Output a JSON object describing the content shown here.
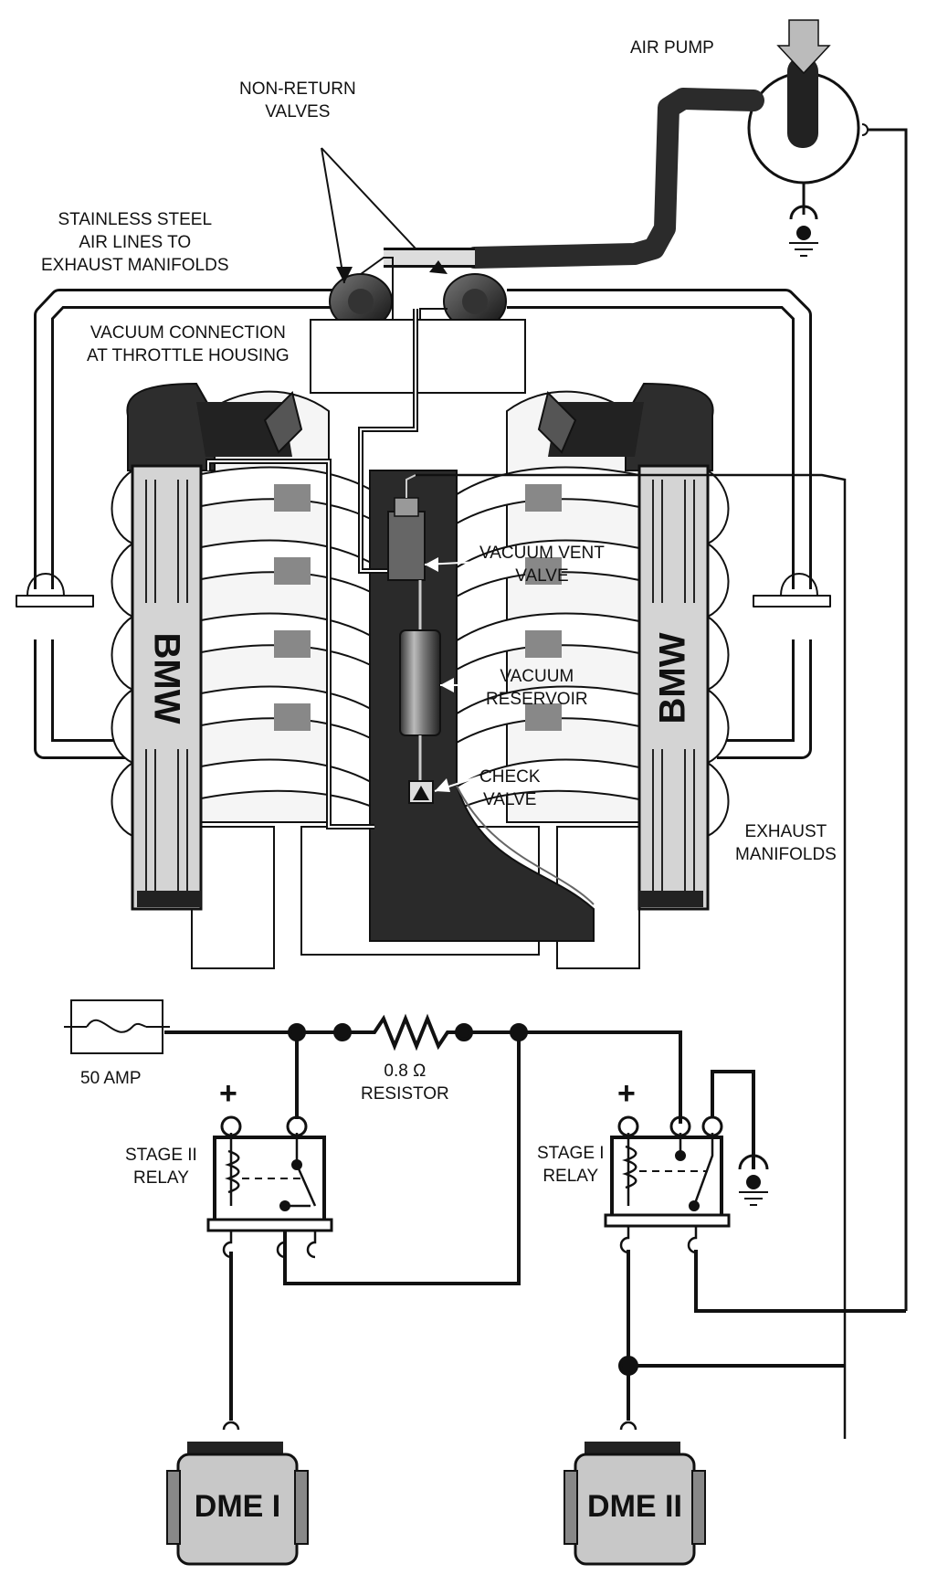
{
  "labels": {
    "air_pump": "AIR PUMP",
    "non_return_valves": [
      "NON-RETURN",
      "VALVES"
    ],
    "stainless_lines": [
      "STAINLESS STEEL",
      "AIR LINES TO",
      "EXHAUST MANIFOLDS"
    ],
    "vacuum_connection": [
      "VACUUM CONNECTION",
      "AT THROTTLE HOUSING"
    ],
    "vacuum_vent_valve": [
      "VACUUM VENT",
      "VALVE"
    ],
    "vacuum_reservoir": [
      "VACUUM",
      "RESERVOIR"
    ],
    "check_valve": [
      "CHECK",
      "VALVE"
    ],
    "exhaust_manifolds": [
      "EXHAUST",
      "MANIFOLDS"
    ],
    "fuse": "50 AMP",
    "resistor_value": "0.8",
    "resistor_unit": "Ω",
    "resistor": "RESISTOR",
    "stage2_relay": [
      "STAGE II",
      "RELAY"
    ],
    "stage1_relay": [
      "STAGE I",
      "RELAY"
    ],
    "plus": "+",
    "dme1": "DME I",
    "dme2": "DME II",
    "bmw": "BMW"
  }
}
